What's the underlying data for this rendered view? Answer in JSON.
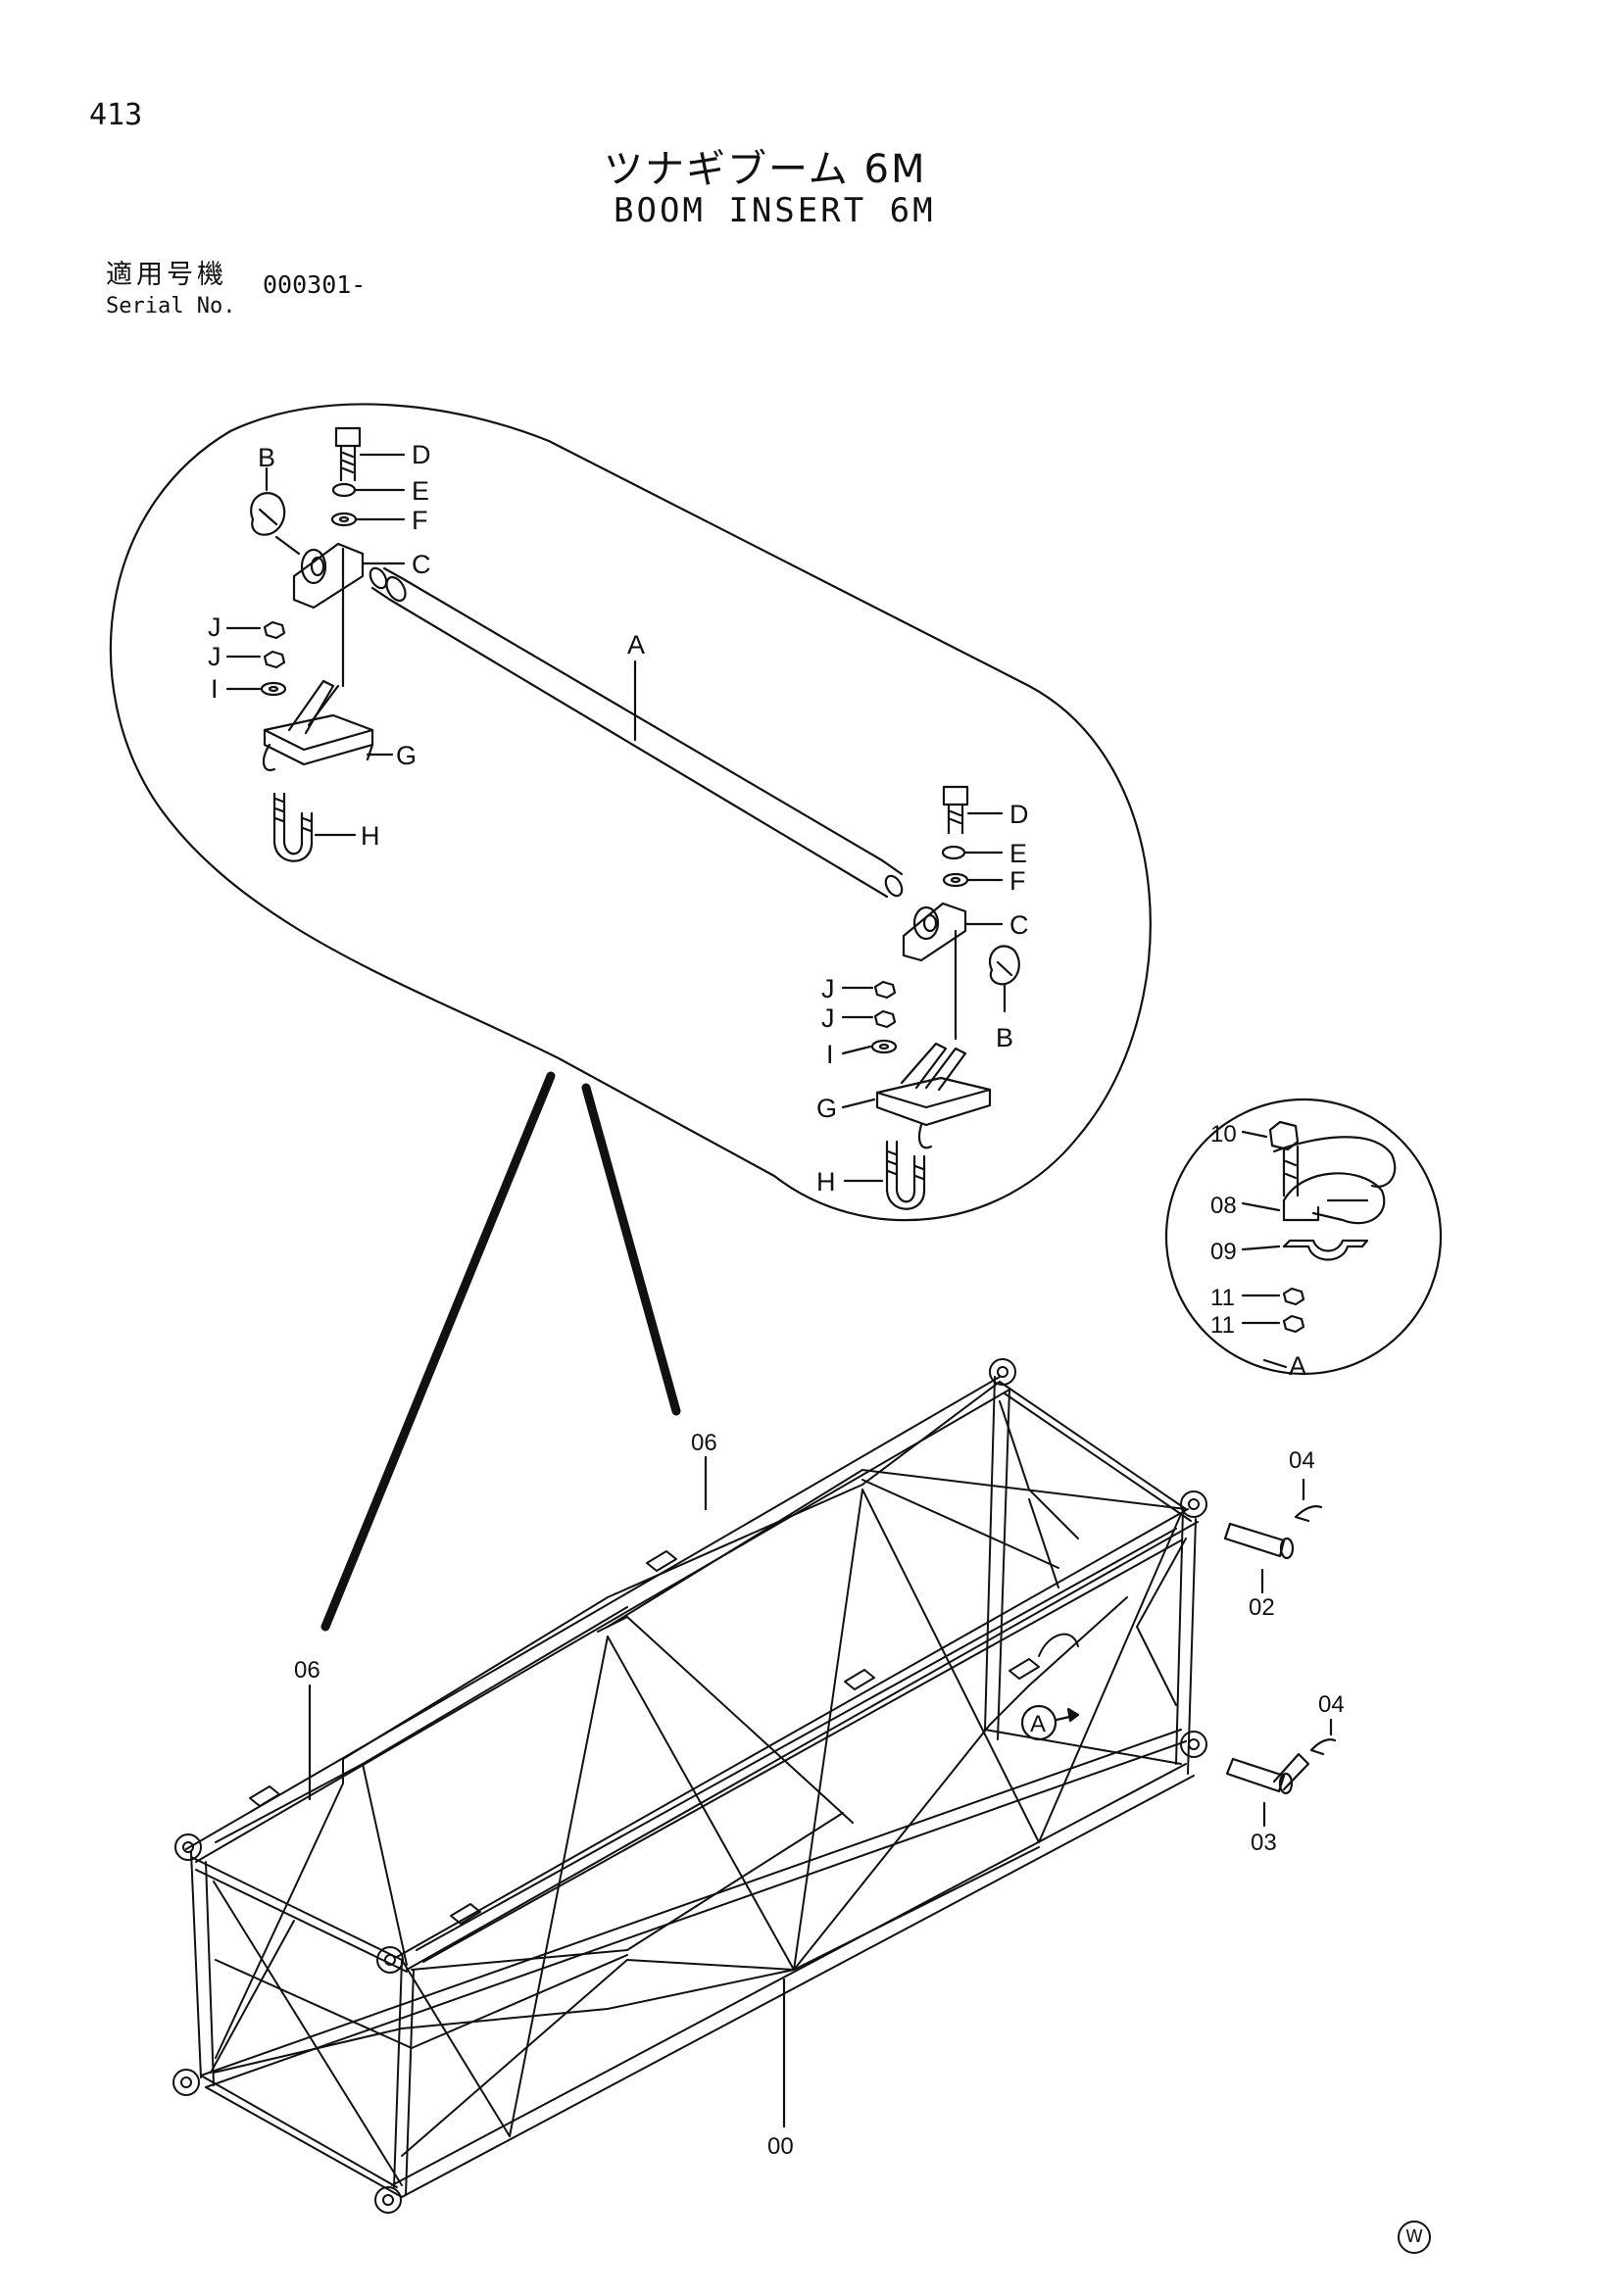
{
  "header": {
    "page_number": "413",
    "title_jp": "ツナギブーム 6M",
    "title_en": "BOOM INSERT 6M",
    "serial_label_jp": "適用号機",
    "serial_label_en": "Serial No.",
    "serial_value": "000301-"
  },
  "detail_upper": {
    "labels_left": {
      "B": "B",
      "D": "D",
      "E": "E",
      "F": "F",
      "C": "C",
      "J1": "J",
      "J2": "J",
      "I": "I",
      "G": "G",
      "H": "H",
      "A": "A"
    },
    "labels_right": {
      "D": "D",
      "E": "E",
      "F": "F",
      "C": "C",
      "J1": "J",
      "J2": "J",
      "I": "I",
      "B": "B",
      "G": "G",
      "H": "H"
    }
  },
  "detail_a": {
    "labels": [
      "10",
      "08",
      "09",
      "11",
      "11",
      "A"
    ]
  },
  "main_assembly": {
    "labels": {
      "p06_top": "06",
      "p06_left": "06",
      "p04_top": "04",
      "p02": "02",
      "p04_bottom": "04",
      "p03": "03",
      "p00": "00",
      "callout_a": "A"
    }
  },
  "footer": {
    "mark": "W"
  }
}
